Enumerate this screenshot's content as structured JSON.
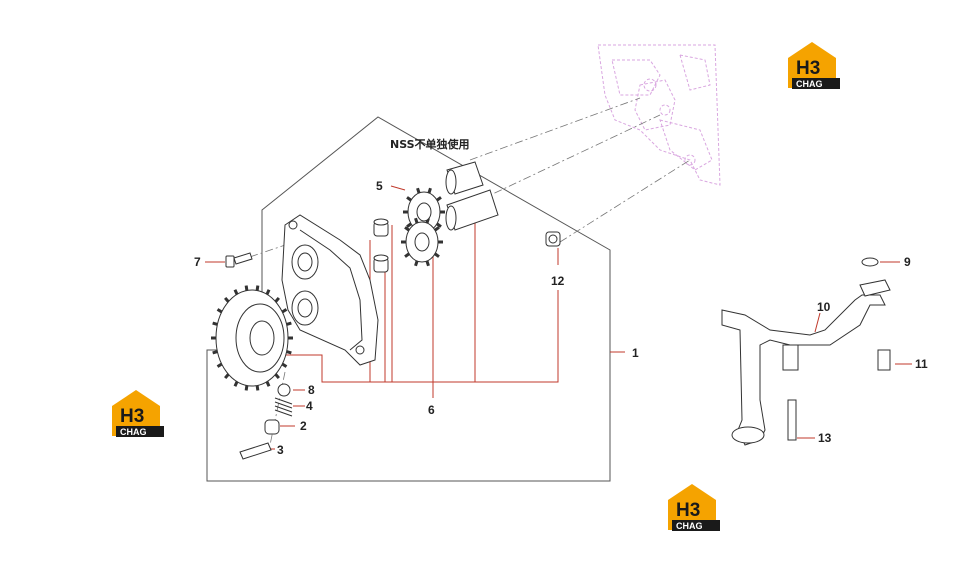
{
  "note": "NSS不单独使用",
  "callouts": [
    {
      "id": "c1",
      "label": "1"
    },
    {
      "id": "c2",
      "label": "2"
    },
    {
      "id": "c3",
      "label": "3"
    },
    {
      "id": "c4",
      "label": "4"
    },
    {
      "id": "c5",
      "label": "5"
    },
    {
      "id": "c6",
      "label": "6"
    },
    {
      "id": "c7",
      "label": "7"
    },
    {
      "id": "c8",
      "label": "8"
    },
    {
      "id": "c9",
      "label": "9"
    },
    {
      "id": "c10",
      "label": "10"
    },
    {
      "id": "c11",
      "label": "11"
    },
    {
      "id": "c12",
      "label": "12"
    },
    {
      "id": "c13",
      "label": "13"
    }
  ],
  "logo": {
    "mark": "H3",
    "sub": "CHAG"
  },
  "colors": {
    "line": "#333333",
    "leader": "#c0392b",
    "ghost": "#d9a6e0",
    "logo_orange": "#f5a300",
    "logo_dark": "#1a1a1a"
  }
}
